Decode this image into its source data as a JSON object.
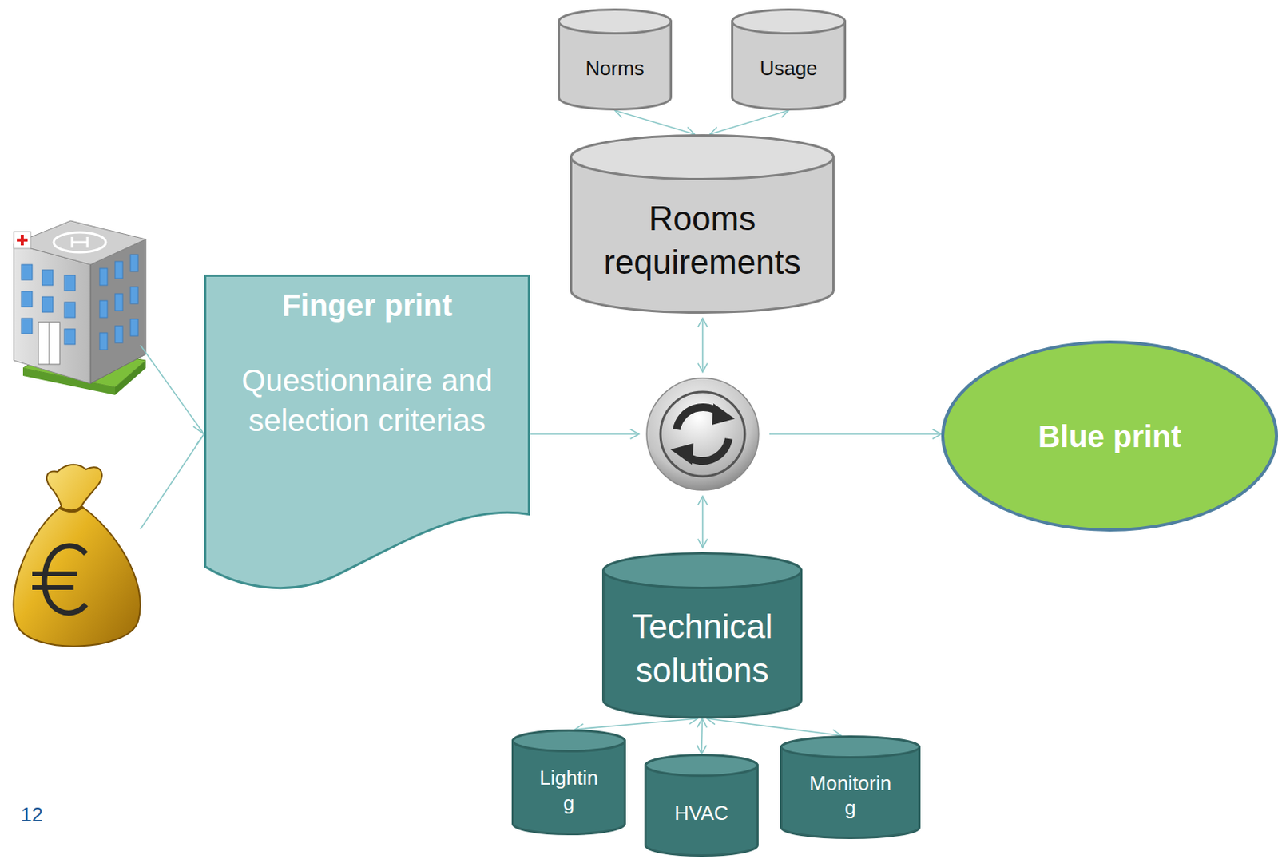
{
  "diagram": {
    "nodes": [
      {
        "text": [
          "Norms"
        ]
      },
      {
        "text": [
          "Usage"
        ]
      },
      {
        "text": [
          "Rooms requirements"
        ]
      },
      {
        "text": [
          "Finger print",
          "Questionnaire and selection criterias"
        ]
      },
      {
        "text": [
          "Blue print"
        ]
      },
      {
        "text": [
          "Technical solutions"
        ]
      },
      {
        "text": [
          "Lightin g"
        ]
      },
      {
        "text": [
          "HVAC"
        ]
      },
      {
        "text": [
          "Monitorin g"
        ]
      }
    ],
    "edges": [
      {
        "from": 0,
        "to": 2,
        "arrow": "both"
      },
      {
        "from": 1,
        "to": 2,
        "arrow": "both"
      },
      {
        "from": 5,
        "to": 6,
        "arrow": "both"
      },
      {
        "from": 5,
        "to": 7,
        "arrow": "both"
      },
      {
        "from": 5,
        "to": 8,
        "arrow": "both"
      }
    ],
    "labels": [
      "12"
    ]
  }
}
